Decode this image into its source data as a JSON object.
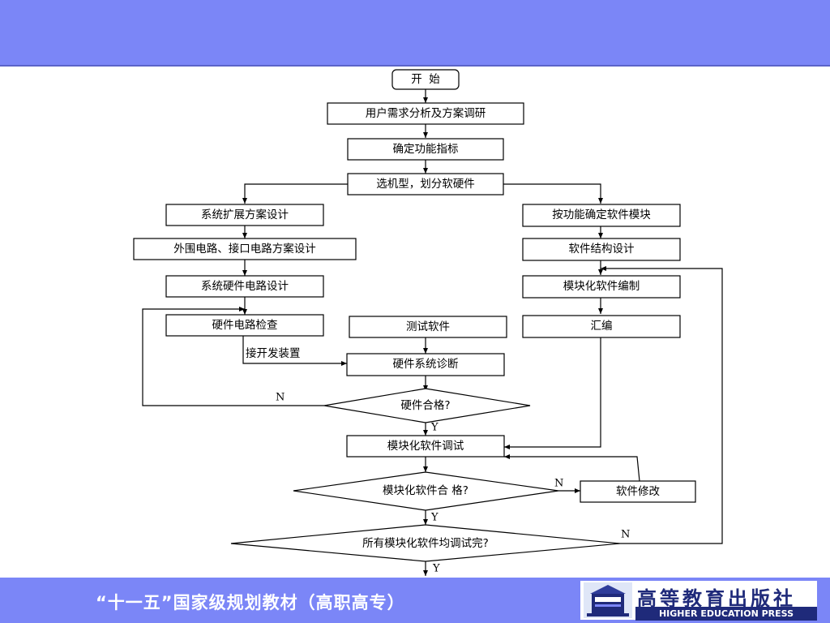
{
  "slide": {
    "footer_title": "“十一五”国家级规划教材（高职高专）",
    "publisher": {
      "name_cn": "高等教育出版社",
      "name_en": "HIGHER EDUCATION PRESS",
      "logo_icon": "publisher-logo-icon"
    },
    "colors": {
      "band": "#7b86f7",
      "press_blue": "#1f2a7a"
    }
  },
  "flowchart": {
    "start": "开  始",
    "requirements": "用户需求分析及方案调研",
    "define_functions": "确定功能指标",
    "select_model": "选机型，划分软硬件",
    "hw_expand": "系统扩展方案设计",
    "hw_peripheral": "外围电路、接口电路方案设计",
    "hw_circuit": "系统硬件电路设计",
    "hw_check": "硬件电路检查",
    "connect_dev": "接开发装置",
    "test_software": "测试软件",
    "hw_diag": "硬件系统诊断",
    "hw_ok": "硬件合格?",
    "sw_modules": "按功能确定软件模块",
    "sw_struct": "软件结构设计",
    "sw_code": "模块化软件编制",
    "assemble": "汇编",
    "module_debug": "模块化软件调试",
    "module_ok": "模块化软件合 格?",
    "sw_fix": "软件修改",
    "all_done": "所有模块化软件均调试完?",
    "yes": "Y",
    "no": "N"
  }
}
